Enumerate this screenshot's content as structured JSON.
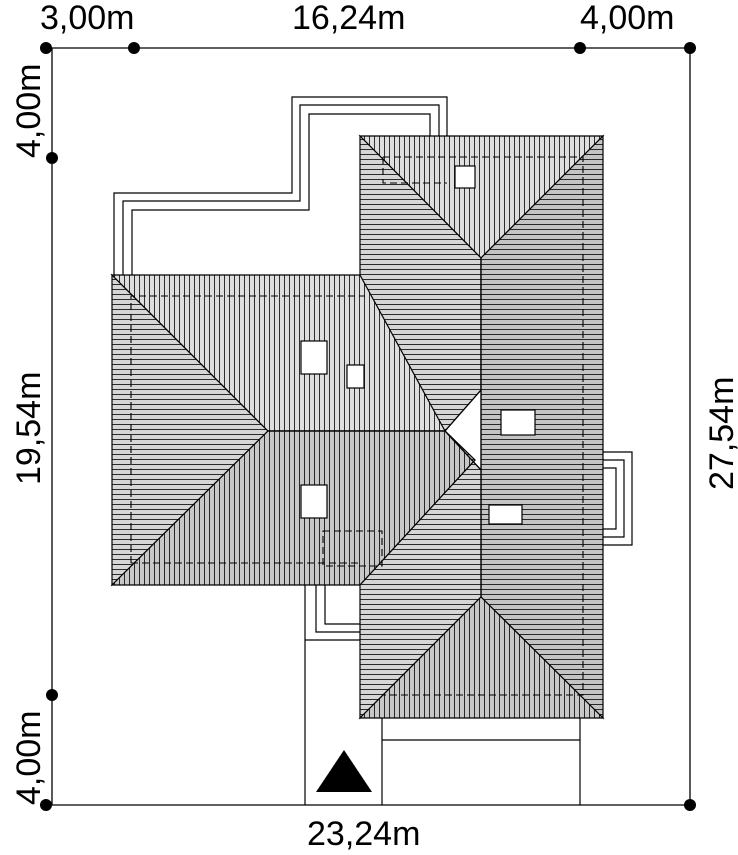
{
  "dimensions": {
    "top_left": "3,00m",
    "top_middle": "16,24m",
    "top_right": "4,00m",
    "left_top": "4,00m",
    "left_middle": "19,54m",
    "left_bottom": "4,00m",
    "right": "27,54m",
    "bottom": "23,24m"
  },
  "colors": {
    "line": "#000000",
    "roof_light": "#e2e2e2",
    "roof_mid": "#cfcfcf",
    "roof_dark": "#bdbdbd",
    "background": "#ffffff"
  },
  "icons": {
    "entrance": "north-triangle-icon"
  }
}
